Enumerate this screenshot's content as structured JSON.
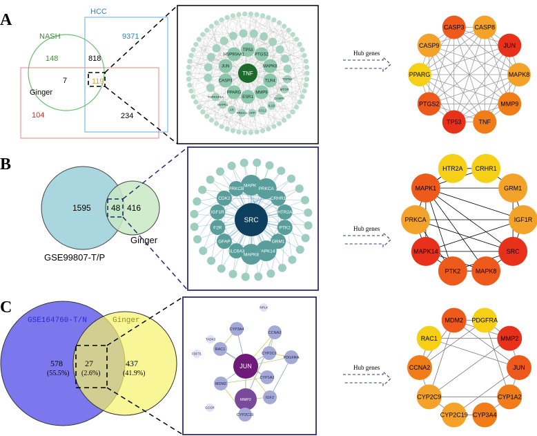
{
  "panels": {
    "A": {
      "letter": "A",
      "venn": {
        "labels": {
          "nash": "NASH",
          "hcc": "HCC",
          "ginger": "Ginger"
        },
        "counts": {
          "nash_only": "148",
          "nash_hcc": "818",
          "hcc_only": "9371",
          "nash_ginger": "7",
          "all_three": "119",
          "ginger_only": "104",
          "hcc_ginger": "234"
        }
      },
      "network": {
        "center": "TNF",
        "inner": [
          "TP53",
          "PTGS2",
          "MAPK8",
          "TLR4",
          "MMP9",
          "ESR1",
          "PPARG",
          "CASP3",
          "JUN",
          "HSP90AA1"
        ],
        "middle": [
          "TGFB1",
          "MTOR",
          "CASP8",
          "IL1B",
          "CCL2",
          "APP",
          "PRKCA",
          "AR",
          "MAPK1",
          "TNFRSF1A"
        ]
      },
      "arrow_label": "Hub genes",
      "hub": {
        "nodes": [
          "CASP3",
          "CASP8",
          "JUN",
          "MAPK8",
          "MMP9",
          "TNF",
          "TP53",
          "PTGS2",
          "PPARG",
          "CASP9"
        ]
      }
    },
    "B": {
      "letter": "B",
      "venn": {
        "left_label": "GSE99807-T/P",
        "right_label": "Ginger",
        "counts": {
          "left": "1595",
          "overlap": "48",
          "right": "416"
        }
      },
      "network": {
        "center": "SRC",
        "inner": [
          "MAPK1",
          "PRKCA",
          "CRHR1",
          "HTR2A",
          "PTK2",
          "GRM1",
          "MAPK14",
          "MAPK8",
          "SLC6A3",
          "GFAP",
          "F2R",
          "IGF1R",
          "CDK2",
          "PRKCB"
        ]
      },
      "arrow_label": "Hub genes",
      "hub": {
        "nodes": [
          "HTR2A",
          "CRHR1",
          "GRM1",
          "IGF1R",
          "SRC",
          "MAPK8",
          "PTK2",
          "MAPK14",
          "PRKCA",
          "MAPK1"
        ]
      }
    },
    "C": {
      "letter": "C",
      "venn": {
        "left_label": "GSE164760-T/N",
        "right_label": "Ginger",
        "left_count": "578",
        "left_pct": "(55.5%)",
        "overlap_count": "27",
        "overlap_pct": "(2.6%)",
        "right_count": "437",
        "right_pct": "(41.9%)"
      },
      "network": {
        "center": "JUN",
        "inner": [
          "MMP2",
          "CYP3A4",
          "CCNA2",
          "RAC1",
          "CYP2C9",
          "CYP1A2",
          "PDGFRA",
          "MDM2",
          "IGF2",
          "CYP2C19",
          "TADK3",
          "FDFT1",
          "GCGR",
          "NPL4"
        ]
      },
      "arrow_label": "Hub genes",
      "hub": {
        "nodes": [
          "MDM2",
          "PDGFRA",
          "MMP2",
          "JUN",
          "CYP1A2",
          "CYP3A4",
          "CYP2C19",
          "CYP2C9",
          "CCNA2",
          "RAC1"
        ]
      }
    }
  },
  "colors": {
    "nash": "#3a8f3a",
    "hcc": "#2e7fc6",
    "ginger_a": "#e05050",
    "accent_119": "#e8a020",
    "venn_b_left": "#a9d6df",
    "venn_b_right": "#c9e8c4",
    "venn_c_left": "#7b78ee",
    "venn_c_right": "#f5f26a",
    "venn_c_overlap": "#9a9466",
    "venn_c_left_text": "#2b2bd9",
    "venn_c_right_text": "#9b8a12",
    "net_a_node": "#8cc6ad",
    "net_a_center": "#1d6a2d",
    "net_b_node": "#5a9e9b",
    "net_b_center": "#0f3f5e",
    "net_c_node": "#a5a9d6",
    "net_c_center": "#6d1a78",
    "net_c_second": "#7a4a9a",
    "hub_red": "#e8311b",
    "hub_orange": "#f07d18",
    "hub_yellow": "#f5d016"
  }
}
